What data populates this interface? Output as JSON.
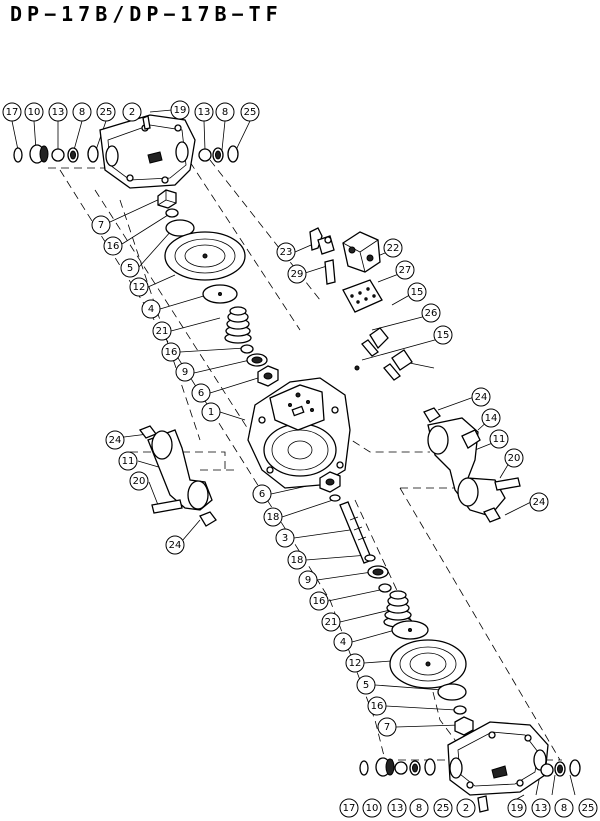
{
  "title": "DP−17B/DP−17B−TF",
  "callouts": [
    {
      "id": "c1",
      "num": "17"
    },
    {
      "id": "c2",
      "num": "10"
    },
    {
      "id": "c3",
      "num": "13"
    },
    {
      "id": "c4",
      "num": "8"
    },
    {
      "id": "c5",
      "num": "25"
    },
    {
      "id": "c6",
      "num": "2"
    },
    {
      "id": "c7",
      "num": "19"
    },
    {
      "id": "c8",
      "num": "13"
    },
    {
      "id": "c9",
      "num": "8"
    },
    {
      "id": "c10",
      "num": "25"
    },
    {
      "id": "c11",
      "num": "7"
    },
    {
      "id": "c12",
      "num": "16"
    },
    {
      "id": "c13",
      "num": "5"
    },
    {
      "id": "c14",
      "num": "12"
    },
    {
      "id": "c15",
      "num": "4"
    },
    {
      "id": "c16",
      "num": "21"
    },
    {
      "id": "c17",
      "num": "16"
    },
    {
      "id": "c18",
      "num": "9"
    },
    {
      "id": "c19",
      "num": "6"
    },
    {
      "id": "c20",
      "num": "1"
    },
    {
      "id": "c21",
      "num": "23"
    },
    {
      "id": "c22",
      "num": "22"
    },
    {
      "id": "c23",
      "num": "29"
    },
    {
      "id": "c24",
      "num": "27"
    },
    {
      "id": "c25",
      "num": "15"
    },
    {
      "id": "c26",
      "num": "26"
    },
    {
      "id": "c27",
      "num": "15"
    },
    {
      "id": "c28",
      "num": "24"
    },
    {
      "id": "c29",
      "num": "14"
    },
    {
      "id": "c30",
      "num": "11"
    },
    {
      "id": "c31",
      "num": "20"
    },
    {
      "id": "c32",
      "num": "24"
    },
    {
      "id": "c33",
      "num": "24"
    },
    {
      "id": "c34",
      "num": "11"
    },
    {
      "id": "c35",
      "num": "20"
    },
    {
      "id": "c36",
      "num": "24"
    },
    {
      "id": "c37",
      "num": "6"
    },
    {
      "id": "c38",
      "num": "18"
    },
    {
      "id": "c39",
      "num": "3"
    },
    {
      "id": "c40",
      "num": "18"
    },
    {
      "id": "c41",
      "num": "9"
    },
    {
      "id": "c42",
      "num": "16"
    },
    {
      "id": "c43",
      "num": "21"
    },
    {
      "id": "c44",
      "num": "4"
    },
    {
      "id": "c45",
      "num": "12"
    },
    {
      "id": "c46",
      "num": "5"
    },
    {
      "id": "c47",
      "num": "16"
    },
    {
      "id": "c48",
      "num": "7"
    },
    {
      "id": "c49",
      "num": "17"
    },
    {
      "id": "c50",
      "num": "10"
    },
    {
      "id": "c51",
      "num": "13"
    },
    {
      "id": "c52",
      "num": "8"
    },
    {
      "id": "c53",
      "num": "25"
    },
    {
      "id": "c54",
      "num": "2"
    },
    {
      "id": "c55",
      "num": "19"
    },
    {
      "id": "c56",
      "num": "13"
    },
    {
      "id": "c57",
      "num": "8"
    },
    {
      "id": "c58",
      "num": "25"
    }
  ]
}
